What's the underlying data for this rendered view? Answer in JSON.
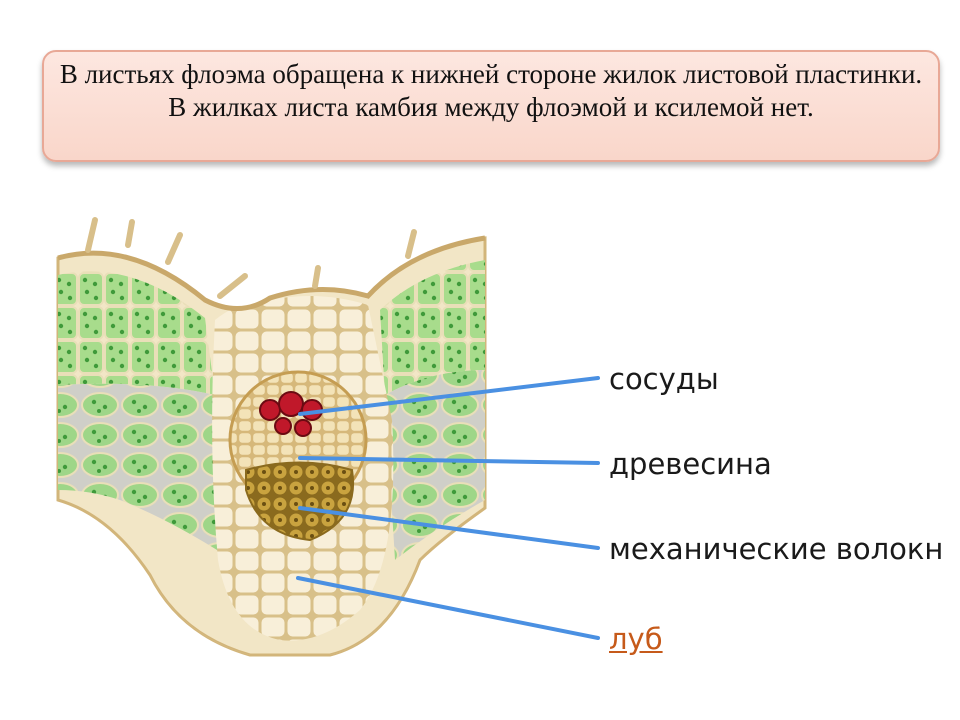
{
  "callout": {
    "text": "В листьях флоэма обращена к нижней стороне жилок листовой пластинки. В жилках листа камбия между флоэмой и ксилемой нет."
  },
  "labels": {
    "vessels": "сосуды",
    "wood": "древесина",
    "fibers": "механические волокн",
    "bast": "луб"
  },
  "colors": {
    "pointer_line": "#4a90e2",
    "bast_label": "#c65a1a",
    "cell_green": "#8fd27a",
    "cell_beige": "#f6ead0",
    "vessel_red": "#c0182a",
    "fiber_brown": "#b08a2a"
  }
}
